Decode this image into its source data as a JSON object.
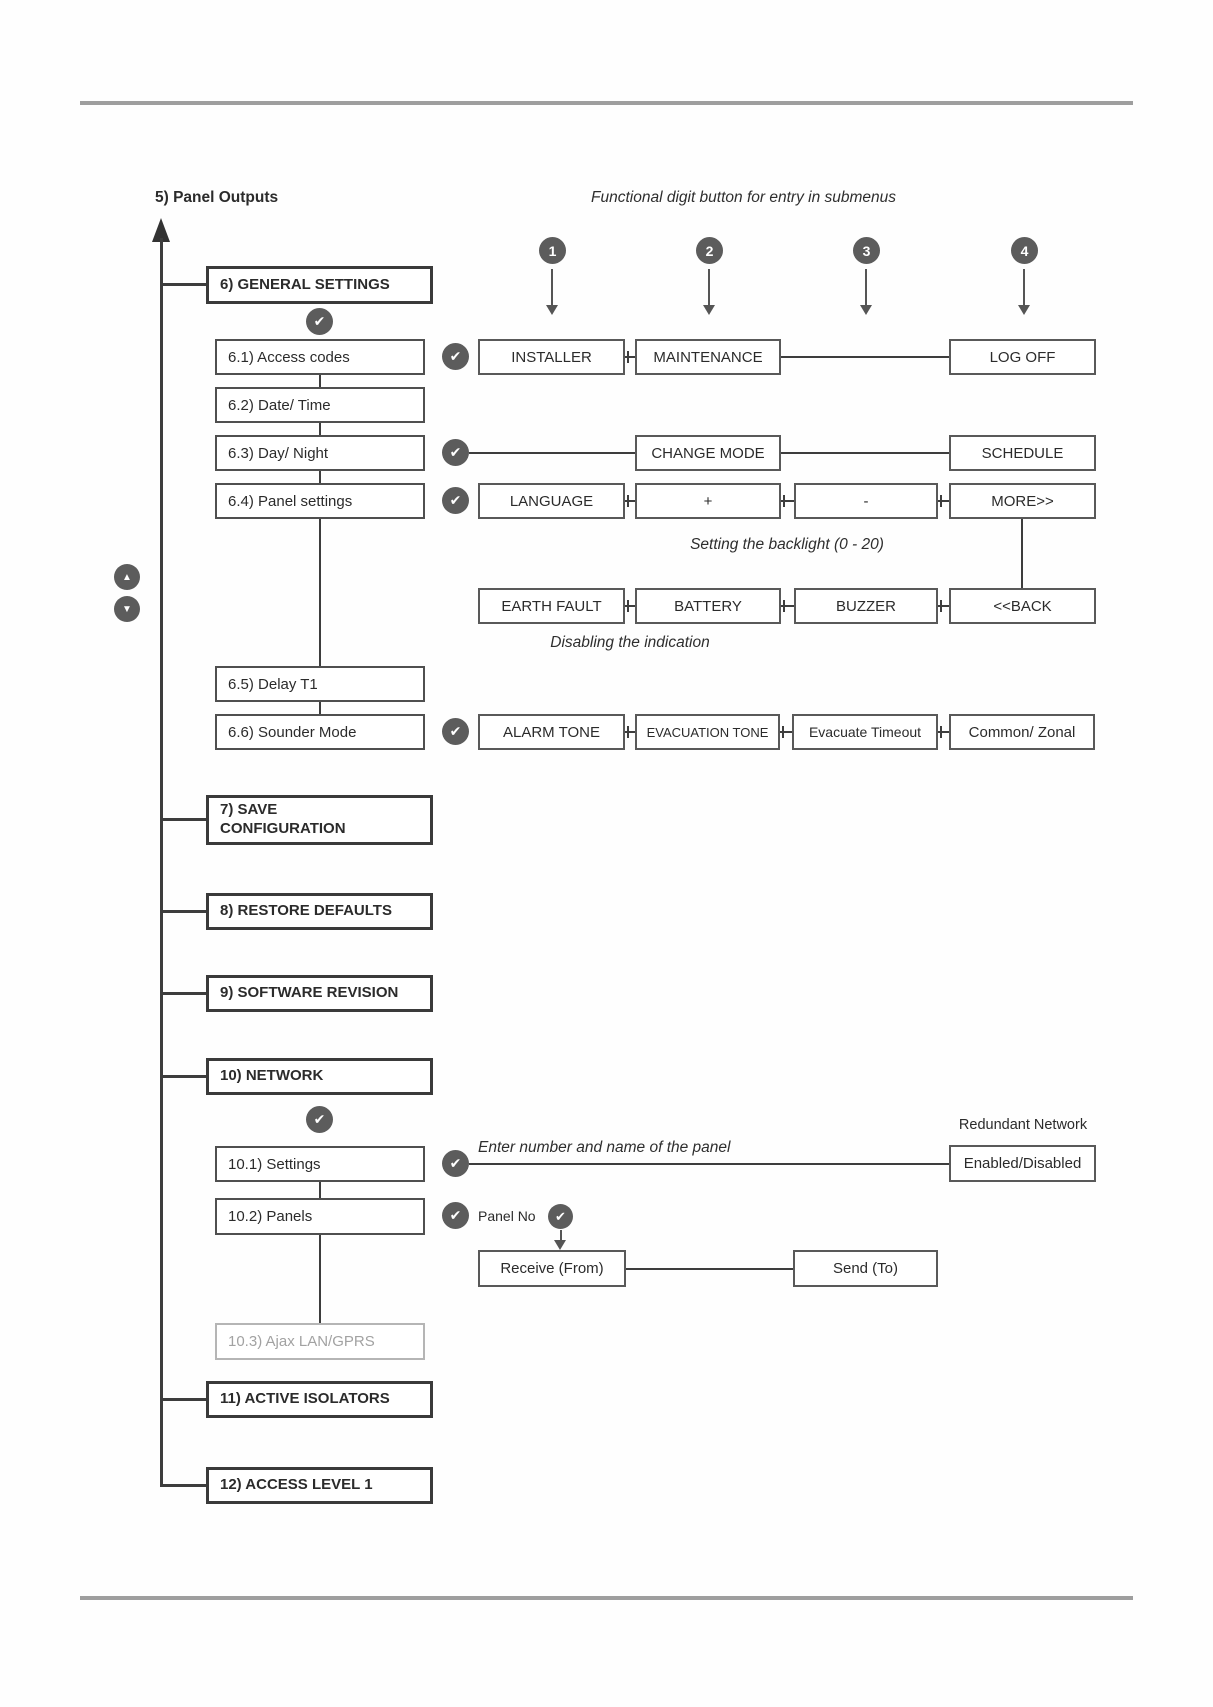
{
  "icons": {
    "check": "✔",
    "up_triangle": "▲",
    "down_triangle": "▼"
  },
  "header": {
    "previous_section": "5) Panel Outputs",
    "functional_note": "Functional digit button for entry in submenus"
  },
  "digits": [
    "1",
    "2",
    "3",
    "4"
  ],
  "main_menu": {
    "general_settings": "6) GENERAL SETTINGS",
    "save_configuration": "7) SAVE\nCONFIGURATION",
    "restore_defaults": "8) RESTORE DEFAULTS",
    "software_revision": "9) SOFTWARE REVISION",
    "network": "10) NETWORK",
    "active_isolators": "11) ACTIVE ISOLATORS",
    "access_level": "12) ACCESS LEVEL 1"
  },
  "general_settings": {
    "access_codes": "6.1) Access codes",
    "date_time": "6.2) Date/ Time",
    "day_night": "6.3) Day/ Night",
    "panel_settings": "6.4) Panel settings",
    "delay_t1": "6.5) Delay T1",
    "sounder_mode": "6.6) Sounder Mode",
    "access_codes_options": [
      "INSTALLER",
      "MAINTENANCE",
      "LOG OFF"
    ],
    "day_night_options": [
      "CHANGE MODE",
      "SCHEDULE"
    ],
    "panel_settings_options": [
      "LANGUAGE",
      "+",
      "-",
      "MORE>>"
    ],
    "panel_settings_more_options": [
      "EARTH FAULT",
      "BATTERY",
      "BUZZER",
      "<<BACK"
    ],
    "sounder_mode_options": [
      "ALARM TONE",
      "EVACUATION TONE",
      "Evacuate Timeout",
      "Common/ Zonal"
    ],
    "backlight_note": "Setting the backlight (0 - 20)",
    "indication_note": "Disabling the indication"
  },
  "network": {
    "settings": "10.1) Settings",
    "panels": "10.2) Panels",
    "ajax_lan_gprs": "10.3) Ajax LAN/GPRS",
    "settings_note": "Enter number and name of the panel",
    "redundant_network_label": "Redundant Network",
    "redundant_network_value": "Enabled/Disabled",
    "panel_no_label": "Panel No",
    "receive": "Receive (From)",
    "send": "Send (To)"
  }
}
